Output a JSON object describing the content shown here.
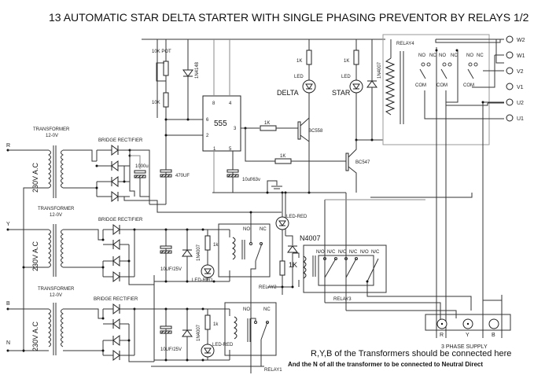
{
  "title": "13 AUTOMATIC STAR DELTA STARTER WITH SINGLE PHASING PREVENTOR BY RELAYS 1/2",
  "timer_section": {
    "pot": "10K POT",
    "resistor": "10K",
    "diode": "1N4148",
    "timing_cap": "470UF",
    "ic": "555",
    "ic_pins": [
      "8",
      "4",
      "6",
      "2",
      "3",
      "1",
      "5"
    ],
    "control_cap": "10uf/63v",
    "base_res_1": "1K",
    "base_res_2": "1K"
  },
  "indicator_section": {
    "delta_res": "1K",
    "star_res": "1K",
    "led_label": "LED",
    "delta_label": "DELTA",
    "star_label": "STAR",
    "transistor_pnp": "BC558",
    "transistor_npn": "BC547",
    "relay_diode": "1N4007",
    "relay": "RELAY4"
  },
  "relay4_contacts": {
    "no": "NO",
    "nc": "NC",
    "com": "COM"
  },
  "motor_terminals": [
    "W2",
    "W1",
    "V2",
    "V1",
    "U2",
    "U1"
  ],
  "phases": [
    {
      "input": "R",
      "transformer": "TRANSFORMER",
      "rating": "12-0V",
      "primary": "230V A.C",
      "rectifier": "BRIDGE RECTIFIER",
      "cap": "1000u"
    },
    {
      "input": "Y",
      "transformer": "TRANSFORMER",
      "rating": "12-0V",
      "primary": "230V A.C",
      "rectifier": "BRIDGE RECTIFIER",
      "cap": "10UF/25V",
      "diode": "1N4007",
      "res": "1k",
      "led": "LED-RED",
      "relay": "RELAY2"
    },
    {
      "input": "B",
      "transformer": "TRANSFORMER",
      "rating": "12-0V",
      "primary": "230V A.C",
      "rectifier": "BRIDGE RECTIFIER",
      "cap": "10UF/25V",
      "diode": "1N4007",
      "res": "1k",
      "led": "LED-RED",
      "relay": "RELAY1"
    }
  ],
  "neutral_label": "N",
  "relay_no": "NO",
  "relay_nc": "NC",
  "relay3": {
    "led": "LED-RED",
    "diode": "N4007",
    "res": "1K",
    "contacts": [
      "N/O",
      "N/C",
      "N/O",
      "N/C",
      "N/O",
      "N/C"
    ],
    "label": "RELAY3"
  },
  "supply": {
    "terminals": [
      "R",
      "Y",
      "B"
    ],
    "label": "3 PHASE SUPPLY"
  },
  "notes": {
    "line1": "R,Y,B of the Transformers should be connected here",
    "line2": "And the N of all the transformer to be connected to Neutral Direct"
  }
}
